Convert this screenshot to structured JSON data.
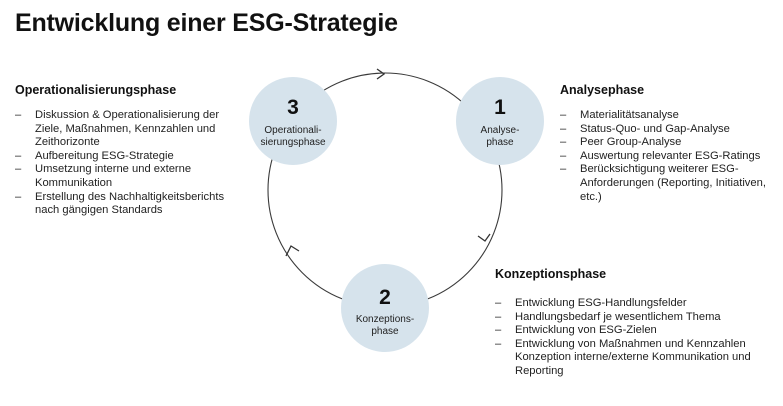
{
  "title": "Entwicklung einer ESG-Strategie",
  "colors": {
    "circle_fill": "#d6e3ec",
    "ring_stroke": "#3a3a3a",
    "text": "#1a1a1a"
  },
  "cycle": {
    "nodes": [
      {
        "number": "1",
        "label_lines": [
          "Analyse-",
          "phase"
        ]
      },
      {
        "number": "2",
        "label_lines": [
          "Konzeptions-",
          "phase"
        ]
      },
      {
        "number": "3",
        "label_lines": [
          "Operationali-",
          "sierungsphase"
        ]
      }
    ],
    "arrows": [
      "arrow-top",
      "arrow-right",
      "arrow-left"
    ]
  },
  "phases": {
    "analyse": {
      "heading": "Analysephase",
      "items": [
        "Materialitätsanalyse",
        "Status-Quo- und Gap-Analyse",
        "Peer Group-Analyse",
        "Auswertung relevanter ESG-Ratings",
        "Berücksichtigung weiterer ESG-Anforderungen (Reporting, Initiativen, etc.)"
      ]
    },
    "konzeption": {
      "heading": "Konzeptionsphase",
      "items": [
        "Entwicklung ESG-Handlungsfelder",
        "Handlungsbedarf je wesentlichem Thema",
        "Entwicklung von ESG-Zielen",
        "Entwicklung von Maßnahmen und Kennzahlen Konzeption interne/externe Kommunikation und Reporting"
      ]
    },
    "operationalisierung": {
      "heading": "Operationalisierungsphase",
      "items": [
        "Diskussion & Operationalisierung der Ziele, Maßnahmen, Kennzahlen und Zeithorizonte",
        "Aufbereitung ESG-Strategie",
        "Umsetzung interne und externe Kommunikation",
        "Erstellung des Nachhaltigkeitsberichts nach gängigen Standards"
      ]
    }
  }
}
